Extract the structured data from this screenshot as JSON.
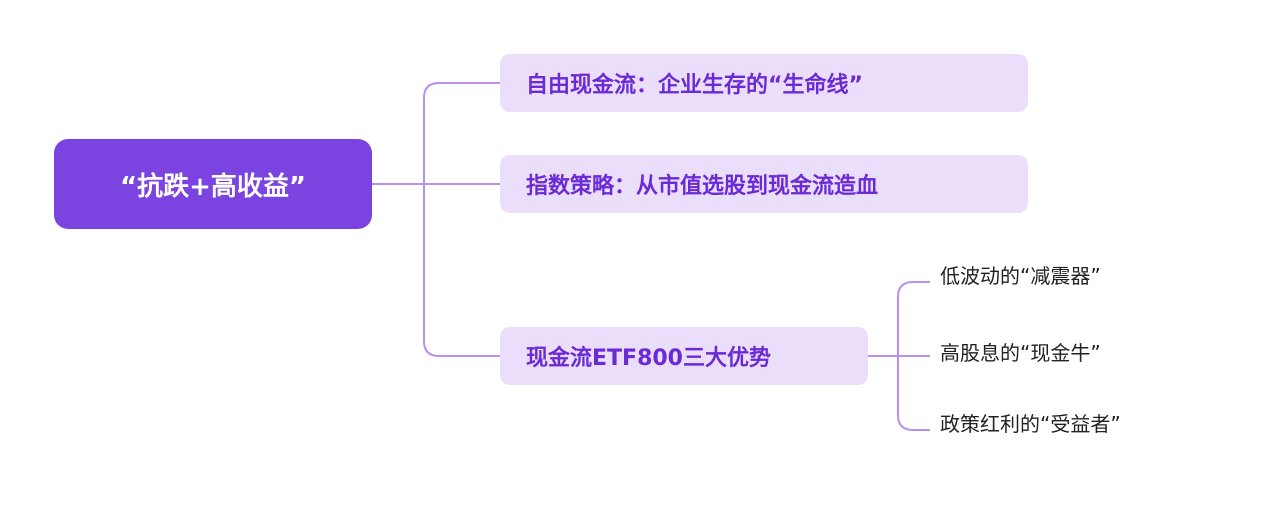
{
  "root": {
    "label": "“抗跌+高收益”"
  },
  "branches": [
    {
      "label": "自由现金流：企业生存的“生命线”"
    },
    {
      "label": "指数策略：从市值选股到现金流造血"
    },
    {
      "label": "现金流ETF800三大优势",
      "children": [
        {
          "label": "低波动的“减震器”"
        },
        {
          "label": "高股息的“现金牛”"
        },
        {
          "label": "政策红利的“受益者”"
        }
      ]
    }
  ],
  "colors": {
    "root_fill": "#7b44e0",
    "branch_fill": "#ebdefa",
    "branch_text": "#6a2ad6",
    "connector": "#b98ff0",
    "leaf_text": "#222222"
  }
}
